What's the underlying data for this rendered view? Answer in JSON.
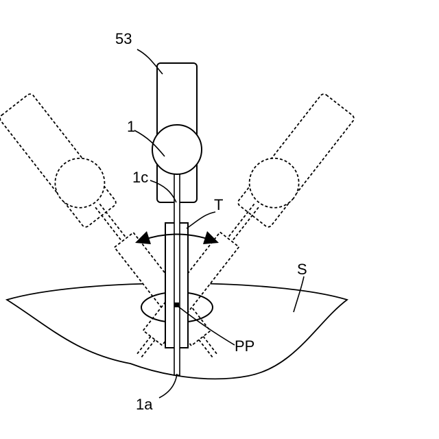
{
  "figure": {
    "labels": {
      "support": "53",
      "joint": "1",
      "tool_end": "1c",
      "tube": "T",
      "surface": "S",
      "pivot_point": "PP",
      "tip": "1a"
    }
  }
}
